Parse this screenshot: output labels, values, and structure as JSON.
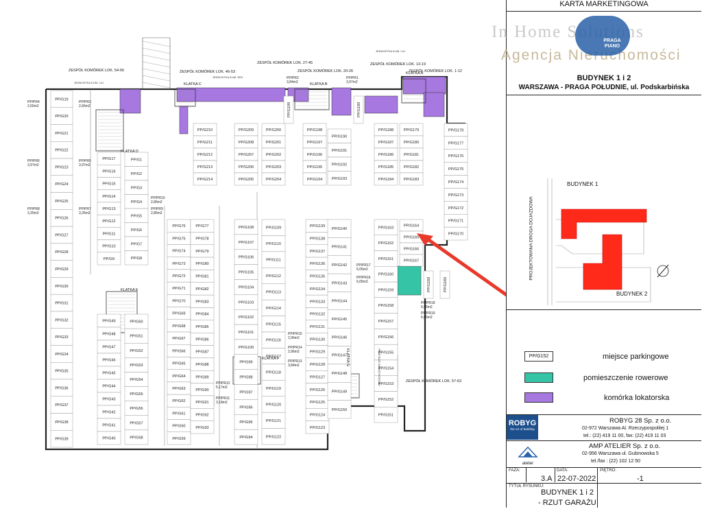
{
  "header": {
    "document_title": "KARTA MARKETINGOWA",
    "watermark_line1": "In Home Solutions",
    "watermark_line2": "Agencja Nieruchomości",
    "watermark_badge": "PRAGA PIANO",
    "building": "BUDYNEK 1 i 2",
    "address": "WARSZAWA - PRAGA POŁUDNIE, ul. Podskarbińska"
  },
  "site_plan": {
    "building1_label": "BUDYNEK 1",
    "building2_label": "BUDYNEK 2",
    "road_label": "PROJEKTOWANA DROGA DOJAZDOWA"
  },
  "legend": {
    "sample_code": "PP/G152",
    "items": [
      {
        "label": "miejsce parkingowe",
        "color": "#ffffff"
      },
      {
        "label": "pomieszczenie rowerowe",
        "color": "#35c4a6"
      },
      {
        "label": "komórka lokatorska",
        "color": "#a678e0"
      }
    ]
  },
  "companies": [
    {
      "logo_text": "ROBYG",
      "logo_sub": "the Art of Building",
      "name": "ROBYG 28 Sp. z o.o.",
      "address": "02-972 Warszawa  Al. Rzeczypospolitej 1",
      "phone": "tel.: (22) 419 11 00, fax: (22) 419 11 03"
    },
    {
      "logo_text": "atelier",
      "name": "AMP ATELIER Sp. z o.o.",
      "address": "02-956 Warszawa ul. Gubinowska 5",
      "phone": "tel./fax : (22) 102 12 50"
    }
  ],
  "title_block": {
    "faza_label": "FAZA:",
    "faza": "3.A",
    "data_label": "DATA:",
    "data": "22-07-2022",
    "pietro_label": "PIĘTRO:",
    "pietro": "-1",
    "tytul_label": "TYTUŁ RYSUNKU:",
    "tytul_line1": "BUDYNEK 1 i 2",
    "tytul_line2": "- RZUT GARAŻU"
  },
  "colors": {
    "bike": "#35c4a6",
    "storage": "#a678e0",
    "building": "#ff2a1a",
    "arrow": "#e8392a",
    "wall": "#222222"
  },
  "plan": {
    "cores": [
      "KLATKA A",
      "KLATKA B",
      "KLATKA C",
      "KLATKA D",
      "KLATKA E",
      "KLATKA F",
      "KLATKA G"
    ],
    "zones": [
      "ZESPÓŁ KOMÓREK LOK. 54-56",
      "ZESPÓŁ KOMÓREK LOK. 46-53",
      "ZESPÓŁ KOMÓREK LOK. 27-45",
      "ZESPÓŁ KOMÓREK LOK. 20-26",
      "ZESPÓŁ KOMÓREK LOK. 13-19",
      "ZESPÓŁ KOMÓREK LOK. 1-12",
      "ZESPÓŁ KOMÓREK LOK. 57-63"
    ],
    "tiny_notes": [
      "JEDNOSTKA KLIM. LUI",
      "JEDNOSTKA KLIM. REZ",
      "JEDNOSTKA KLIM. LUI",
      "PRZEJAZD SAMOCHODOWY"
    ],
    "parking_columns": [
      [
        "PP/G19",
        "PP/G20",
        "PP/G21",
        "PP/G22",
        "PP/G23",
        "PP/G24",
        "PP/G25",
        "PP/G26",
        "PP/G27",
        "PP/G28",
        "PP/G29",
        "PP/G30",
        "PP/G31",
        "PP/G32",
        "PP/G33",
        "PP/G34",
        "PP/G35",
        "PP/G36",
        "PP/G37",
        "PP/G38",
        "PP/G39"
      ],
      [
        "PP/G17",
        "PP/G16",
        "PP/G15",
        "PP/G14",
        "PP/G13",
        "PP/G12",
        "PP/G11",
        "PP/G10",
        "PP/G9"
      ],
      [
        "PP/G1",
        "PP/G2",
        "PP/G3",
        "PP/G4",
        "PP/G5",
        "PP/G6",
        "PP/G7",
        "PP/G8"
      ],
      [
        "PP/G49",
        "PP/G48",
        "PP/G47",
        "PP/G46",
        "PP/G45",
        "PP/G44",
        "PP/G43",
        "PP/G42",
        "PP/G41",
        "PP/G40"
      ],
      [
        "PP/G50",
        "PP/G51",
        "PP/G52",
        "PP/G53",
        "PP/G54",
        "PP/G55",
        "PP/G56",
        "PP/G57",
        "PP/G58"
      ],
      [
        "PP/G76",
        "PP/G75",
        "PP/G74",
        "PP/G73",
        "PP/G72",
        "PP/G71",
        "PP/G70",
        "PP/G69",
        "PP/G68",
        "PP/G67",
        "PP/G66",
        "PP/G65",
        "PP/G64",
        "PP/G63",
        "PP/G62",
        "PP/G61",
        "PP/G60",
        "PP/G59"
      ],
      [
        "PP/G77",
        "PP/G78",
        "PP/G79",
        "PP/G80",
        "PP/G81",
        "PP/G82",
        "PP/G83",
        "PP/G84",
        "PP/G85",
        "PP/G86",
        "PP/G87",
        "PP/G88",
        "PP/G89",
        "PP/G90",
        "PP/G91",
        "PP/G92",
        "PP/G93"
      ],
      [
        "PP/G210",
        "PP/G211",
        "PP/G212",
        "PP/G213",
        "PP/G214"
      ],
      [
        "PP/G209",
        "PP/G208",
        "PP/G207",
        "PP/G206",
        "PP/G205"
      ],
      [
        "PP/G200",
        "PP/G201",
        "PP/G202",
        "PP/G203",
        "PP/G204"
      ],
      [
        "PP/G198",
        "PP/G197",
        "PP/G196",
        "PP/G195",
        "PP/G194"
      ],
      [
        "PP/G190",
        "PP/G191",
        "PP/G192",
        "PP/G193"
      ],
      [
        "PP/G188",
        "PP/G187",
        "PP/G186",
        "PP/G185",
        "PP/G184"
      ],
      [
        "PP/G179",
        "PP/G180",
        "PP/G181",
        "PP/G182",
        "PP/G183"
      ],
      [
        "PP/G178",
        "PP/G177",
        "PP/G176",
        "PP/G175",
        "PP/G174",
        "PP/G173",
        "PP/G172",
        "PP/G171",
        "PP/G170"
      ],
      [
        "PP/G108",
        "PP/G107",
        "PP/G106",
        "PP/G105",
        "PP/G104",
        "PP/G103",
        "PP/G102",
        "PP/G101",
        "PP/G100",
        "PP/G99",
        "PP/G98",
        "PP/G97",
        "PP/G96",
        "PP/G95",
        "PP/G94"
      ],
      [
        "PP/G109",
        "PP/G110",
        "PP/G111",
        "PP/G112",
        "PP/G113",
        "PP/G114",
        "PP/G115",
        "PP/G116",
        "PP/G117",
        "PP/G118",
        "PP/G119",
        "PP/G120",
        "PP/G121",
        "PP/G122"
      ],
      [
        "PP/G139",
        "PP/G138",
        "PP/G137",
        "PP/G136",
        "PP/G135",
        "PP/G134",
        "PP/G133",
        "PP/G132",
        "PP/G131",
        "PP/G130",
        "PP/G129",
        "PP/G128",
        "PP/G127",
        "PP/G126",
        "PP/G125",
        "PP/G124",
        "PP/G123"
      ],
      [
        "PP/G140",
        "PP/G141",
        "PP/G142",
        "PP/G143",
        "PP/G144",
        "PP/G145",
        "PP/G146",
        "PP/G147",
        "PP/G148",
        "PP/G149",
        "PP/G150"
      ],
      [
        "PP/G163",
        "PP/G162",
        "PP/G161",
        "PP/G160",
        "PP/G159",
        "PP/G158",
        "PP/G157",
        "PP/G156",
        "PP/G155",
        "PP/G154",
        "PP/G153",
        "PP/G152",
        "PP/G151"
      ],
      [
        "PP/G164",
        "PP/G165",
        "PP/G166",
        "PP/G167"
      ]
    ],
    "vertical_slots": [
      "PP/G199",
      "PP/G189",
      "PP/G168",
      "PP/G169"
    ],
    "storage_units": [
      {
        "code": "PP/PR4",
        "area": "2,66m2"
      },
      {
        "code": "PP/PR3",
        "area": "2,66m2"
      },
      {
        "code": "PP/PR6",
        "area": "3,97m2"
      },
      {
        "code": "PP/PR5",
        "area": "3,97m2"
      },
      {
        "code": "PP/PR8",
        "area": "3,35m2"
      },
      {
        "code": "PP/PR7",
        "area": "3,35m2"
      },
      {
        "code": "PP/PR10",
        "area": "2,86m2"
      },
      {
        "code": "PP/PR9",
        "area": "2,86m2"
      },
      {
        "code": "PP/PR2",
        "area": "3,84m2"
      },
      {
        "code": "PP/PR1",
        "area": "3,97m2"
      },
      {
        "code": "PP/PR12",
        "area": "5,17m2"
      },
      {
        "code": "PP/PR11",
        "area": "3,18m2"
      },
      {
        "code": "PP/PR15",
        "area": "2,96m2"
      },
      {
        "code": "PP/PR14",
        "area": "2,96m2"
      },
      {
        "code": "PP/PR13",
        "area": "3,84m2"
      },
      {
        "code": "PP/PR17",
        "area": "6,05m2"
      },
      {
        "code": "PP/PR16",
        "area": "6,05m2"
      },
      {
        "code": "PP/PR18",
        "area": "6,05m2"
      },
      {
        "code": "PP/PR19",
        "area": "6,05m2"
      }
    ],
    "highlight_target": "PP/G165"
  }
}
